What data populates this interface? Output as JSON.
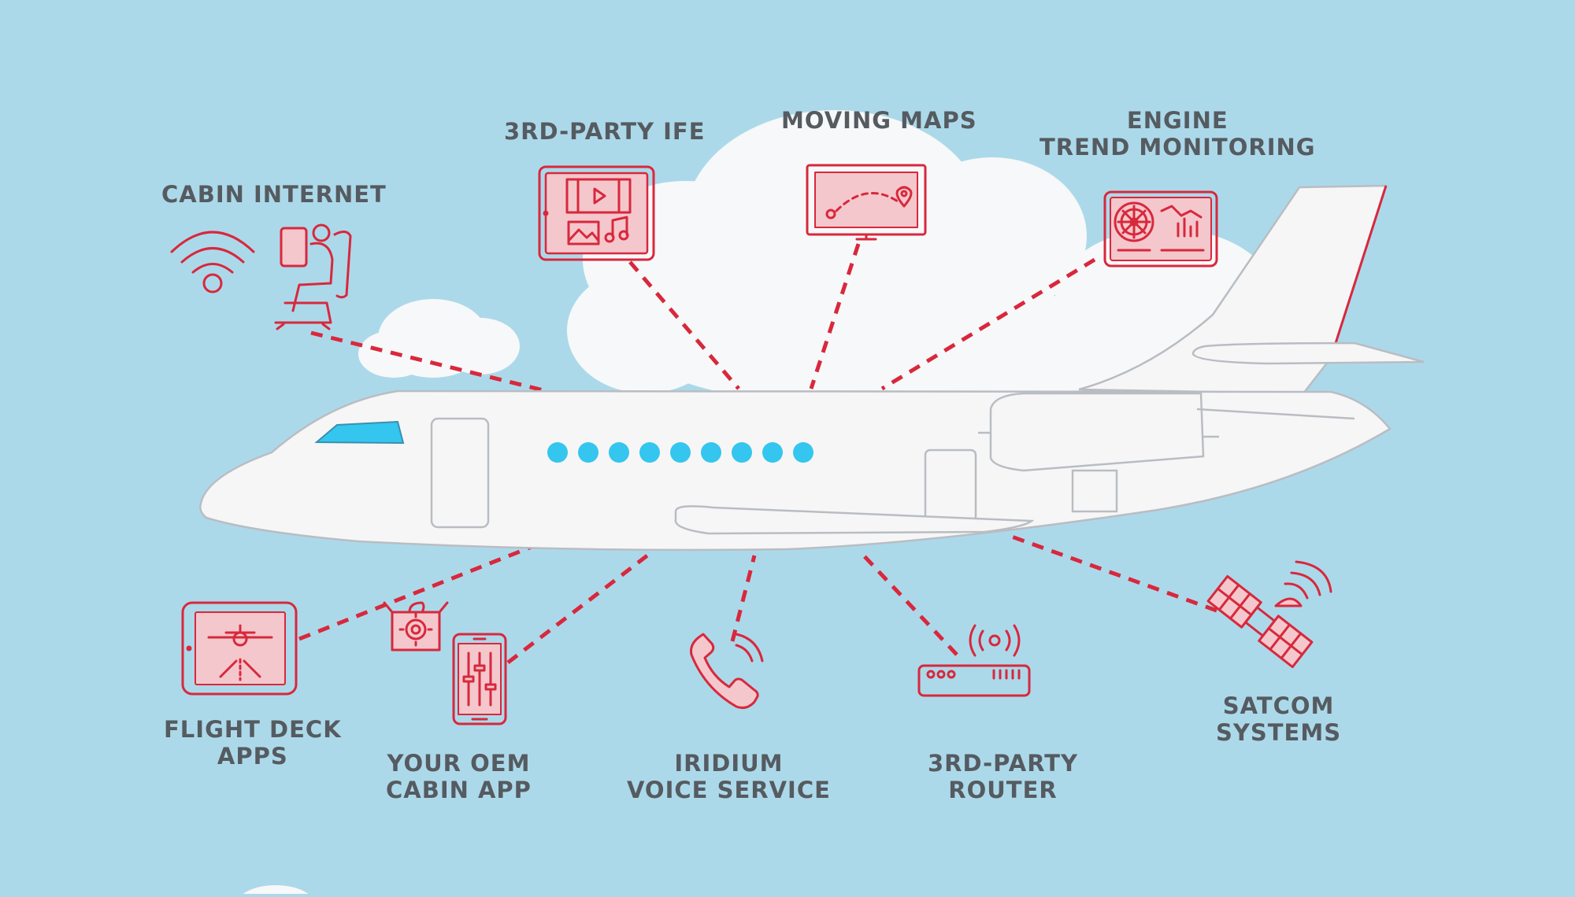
{
  "colors": {
    "background": "#acd9ea",
    "accent_red": "#d8283c",
    "cloud": "#f7f8f9",
    "plane_fill": "#f6f6f7",
    "plane_outline": "#b9bdc2",
    "window_blue": "#34c6ee",
    "label_text": "#555b60"
  },
  "features": {
    "cabin_internet": {
      "lines": [
        "CABIN INTERNET"
      ],
      "icons": [
        "wifi-icon",
        "seated-passenger-icon"
      ]
    },
    "third_party_ife": {
      "lines": [
        "3RD-PARTY IFE"
      ],
      "icons": [
        "media-tablet-icon"
      ]
    },
    "moving_maps": {
      "lines": [
        "MOVING MAPS"
      ],
      "icons": [
        "map-display-icon"
      ]
    },
    "engine_trend_monitoring": {
      "lines": [
        "ENGINE",
        "TREND MONITORING"
      ],
      "icons": [
        "engine-chart-icon"
      ]
    },
    "flight_deck_apps": {
      "lines": [
        "FLIGHT DECK",
        "APPS"
      ],
      "icons": [
        "flight-deck-tablet-icon"
      ]
    },
    "oem_cabin_app": {
      "lines": [
        "YOUR OEM",
        "CABIN APP"
      ],
      "icons": [
        "gear-box-icon",
        "phone-sliders-icon"
      ]
    },
    "iridium_voice_service": {
      "lines": [
        "IRIDIUM",
        "VOICE SERVICE"
      ],
      "icons": [
        "phone-handset-icon"
      ]
    },
    "third_party_router": {
      "lines": [
        "3RD-PARTY",
        "ROUTER"
      ],
      "icons": [
        "router-icon"
      ]
    },
    "satcom_systems": {
      "lines": [
        "SATCOM",
        "SYSTEMS"
      ],
      "icons": [
        "satellite-icon"
      ]
    }
  }
}
